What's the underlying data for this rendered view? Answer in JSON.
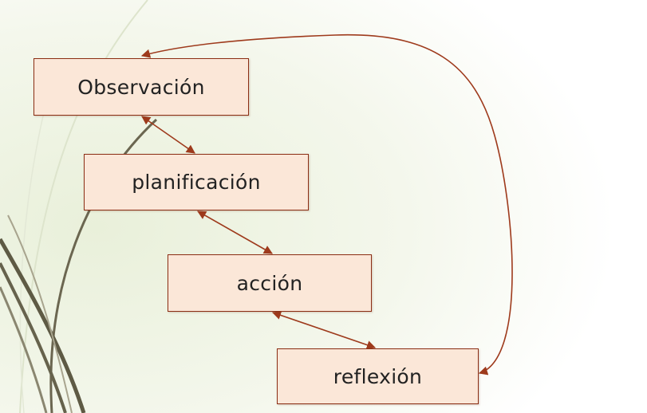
{
  "diagram": {
    "nodes": [
      {
        "id": "observacion",
        "label": "Observación"
      },
      {
        "id": "planificacion",
        "label": "planificación"
      },
      {
        "id": "accion",
        "label": "acción"
      },
      {
        "id": "reflexion",
        "label": "reflexión"
      }
    ],
    "edges": [
      {
        "from": "observacion",
        "to": "planificacion",
        "direction": "both"
      },
      {
        "from": "planificacion",
        "to": "accion",
        "direction": "both"
      },
      {
        "from": "accion",
        "to": "reflexion",
        "direction": "both"
      },
      {
        "from": "reflexion",
        "to": "observacion",
        "direction": "both",
        "style": "curved-loop"
      }
    ]
  },
  "colors": {
    "box_fill": "#fbe7d8",
    "box_border": "#8b2e14",
    "arrow": "#9e3a1c",
    "text": "#222222",
    "background_tint": "#eef3e0",
    "background_curves": "#5e5a44"
  }
}
